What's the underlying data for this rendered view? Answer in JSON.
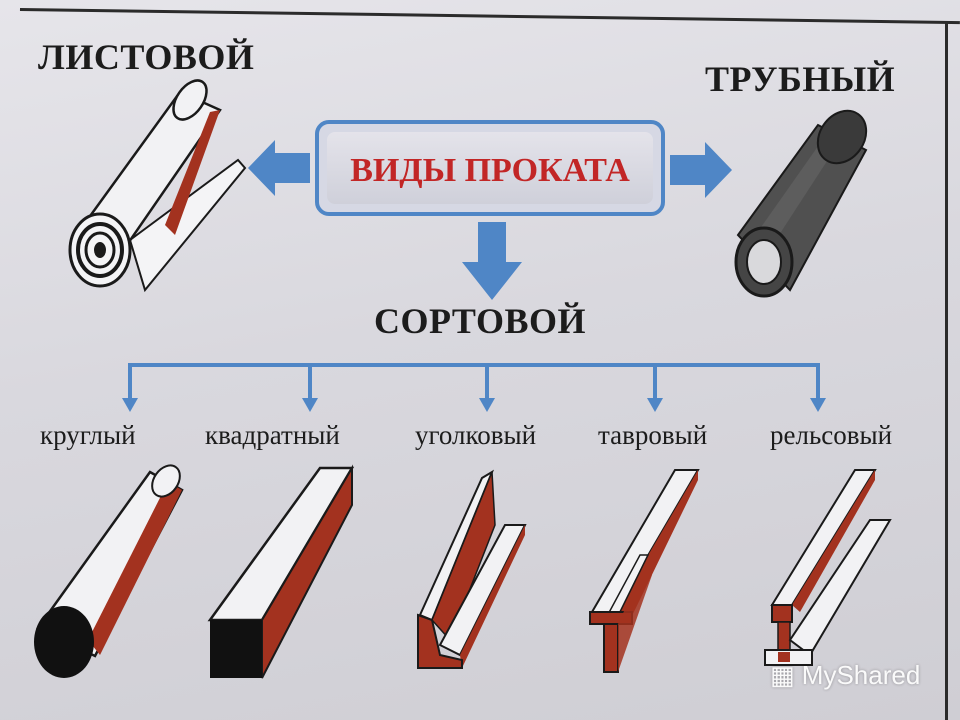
{
  "diagram": {
    "center_title": "ВИДЫ ПРОКАТА",
    "left_type": "ЛИСТОВОЙ",
    "right_type": "ТРУБНЫЙ",
    "bottom_type": "СОРТОВОЙ",
    "profiles": [
      "круглый",
      "квадратный",
      "уголковый",
      "тавровый",
      "рельсовый"
    ]
  },
  "watermark": "MyShared",
  "colors": {
    "arrow_blue": "#4f86c6",
    "title_red": "#c22626",
    "metal_red": "#a3321f",
    "pipe_gray": "#4a4a4a"
  }
}
